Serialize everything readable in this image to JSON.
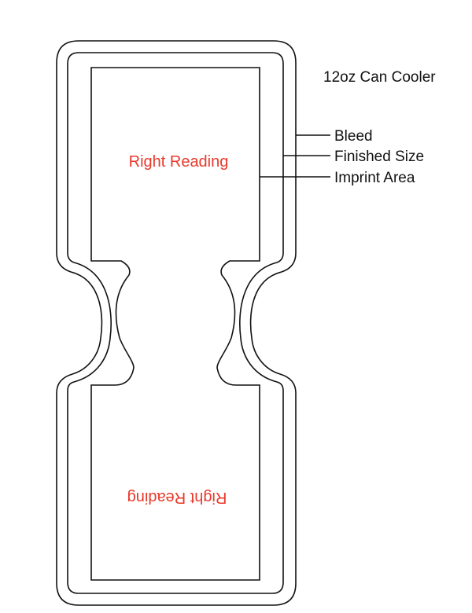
{
  "title": "12oz Can Cooler",
  "labels": {
    "bleed": "Bleed",
    "finished_size": "Finished Size",
    "imprint_area": "Imprint Area"
  },
  "panels": {
    "top_text": "Right Reading",
    "bottom_text": "Right Reading"
  },
  "colors": {
    "accent_text": "#e8392b",
    "outline": "#111111"
  }
}
